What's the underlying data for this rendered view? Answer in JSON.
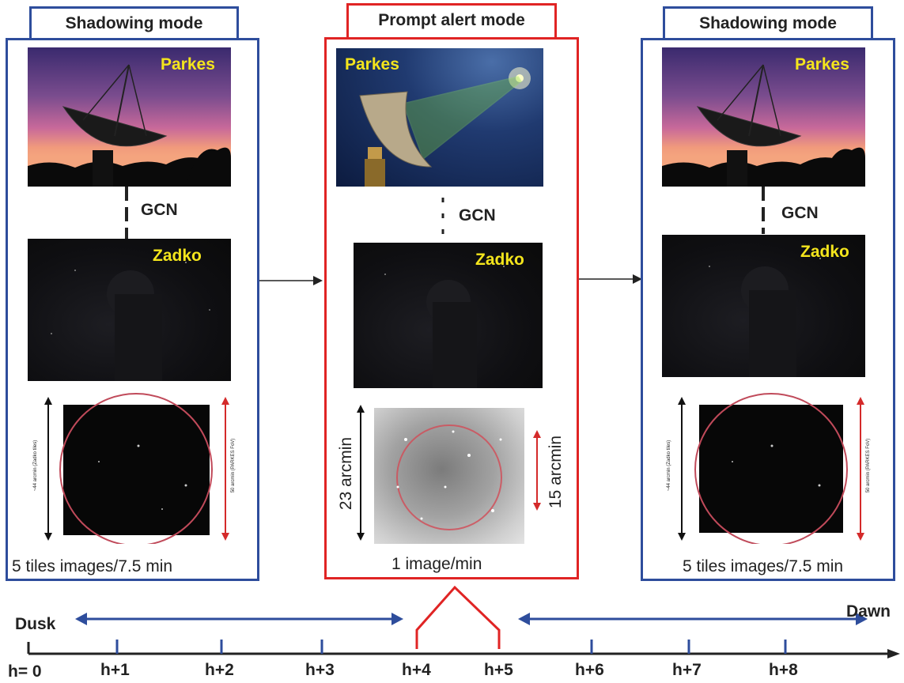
{
  "panels": {
    "left": {
      "tab": "Shadowing mode",
      "parkes_label": "Parkes",
      "gcn": "GCN",
      "zadko_label": "Zadko",
      "fov_left_label": "~44 arcmin (Zadko tiles)",
      "fov_right_label": "50 arcmin (PARKES FoV)",
      "caption": "5 tiles images/7.5 min"
    },
    "middle": {
      "tab": "Prompt alert mode",
      "parkes_label": "Parkes",
      "gcn": "GCN",
      "zadko_label": "Zadko",
      "fov_left_label": "23 arcmin",
      "fov_right_label": "15 arcmin",
      "caption": "1 image/min"
    },
    "right": {
      "tab": "Shadowing mode",
      "parkes_label": "Parkes",
      "gcn": "GCN",
      "zadko_label": "Zadko",
      "fov_left_label": "~44 arcmin (Zadko tiles)",
      "fov_right_label": "50 arcmin (PARKES FoV)",
      "caption": "5 tiles images/7.5 min"
    }
  },
  "timeline": {
    "start_label": "Dusk",
    "end_label": "Dawn",
    "ticks": [
      "h= 0",
      "h+1",
      "h+2",
      "h+3",
      "h+4",
      "h+5",
      "h+6",
      "h+7",
      "h+8"
    ]
  },
  "colors": {
    "shadow_mode": "#2e4d9c",
    "alert_mode": "#e02424",
    "zadko_label": "#f4e51c"
  },
  "icons": {
    "parkes": "radio-telescope-dish-icon",
    "zadko": "optical-telescope-icon"
  }
}
